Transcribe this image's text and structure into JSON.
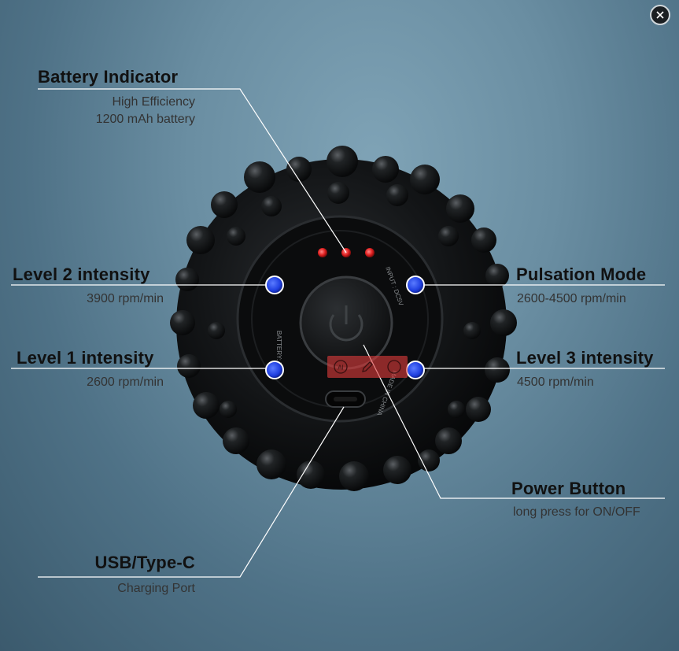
{
  "callouts": {
    "battery": {
      "title": "Battery Indicator",
      "sub1": "High Efficiency",
      "sub2": "1200 mAh battery"
    },
    "level2": {
      "title": "Level 2 intensity",
      "sub": "3900 rpm/min"
    },
    "level1": {
      "title": "Level 1 intensity",
      "sub": "2600 rpm/min"
    },
    "pulsation": {
      "title": "Pulsation Mode",
      "sub": "2600-4500 rpm/min"
    },
    "level3": {
      "title": "Level 3 intensity",
      "sub": "4500 rpm/min"
    },
    "power": {
      "title": "Power Button",
      "sub": "long press for ON/OFF"
    },
    "usb": {
      "title": "USB/Type-C",
      "sub": "Charging Port"
    }
  },
  "device_labels": {
    "input": "INPUT : DC5V",
    "battery_text": "BATTERY: Li-ion",
    "made_in": "MADE IN CHINA"
  },
  "toolbar": {
    "ai_label": "AI"
  },
  "icons": {
    "close": "close-icon",
    "ai": "ai-icon",
    "edit": "pencil-icon",
    "circle": "circle-icon"
  },
  "colors": {
    "led_red": "#e02020",
    "indicator_blue": "#1f3fe0",
    "line": "#ffffff"
  }
}
